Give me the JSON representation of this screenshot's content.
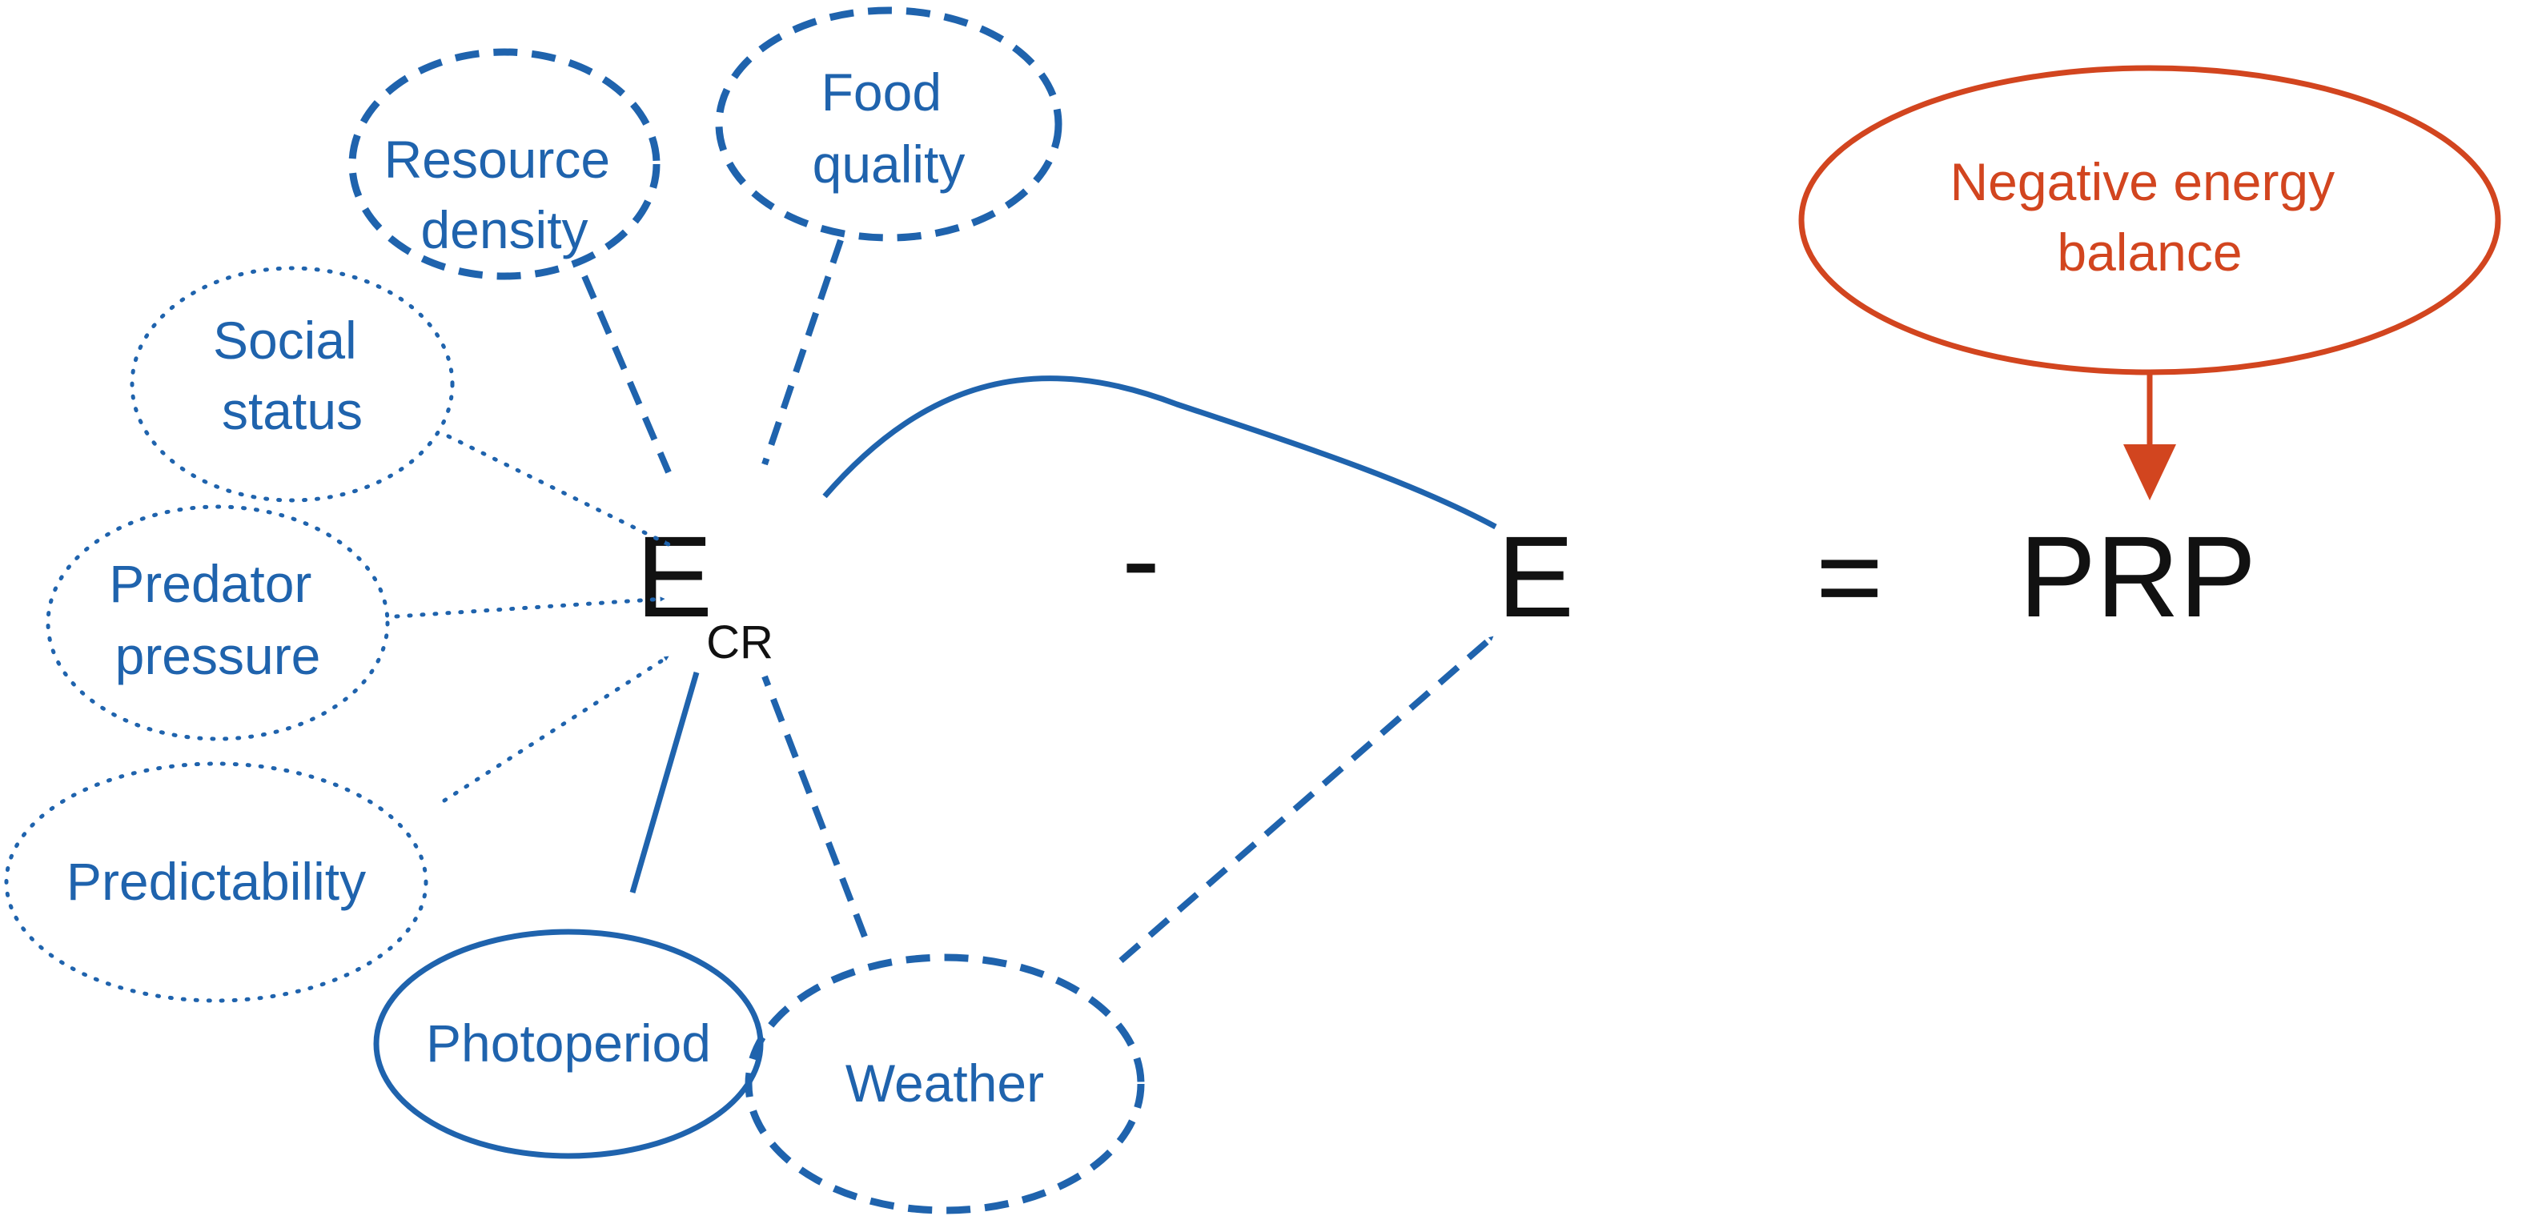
{
  "colors": {
    "blue": "#1f63ad",
    "orange": "#d2451f",
    "black": "#111111"
  },
  "nodes": {
    "resource_density": {
      "line1": "Resource",
      "line2": "density",
      "border": "dashed"
    },
    "food_quality": {
      "line1": "Food",
      "line2": "quality",
      "border": "dashed"
    },
    "social_status": {
      "line1": "Social",
      "line2": "status",
      "border": "dotted"
    },
    "predator_pressure": {
      "line1": "Predator",
      "line2": "pressure",
      "border": "dotted"
    },
    "predictability": {
      "label": "Predictability",
      "border": "dotted"
    },
    "photoperiod": {
      "label": "Photoperiod",
      "border": "solid"
    },
    "weather": {
      "label": "Weather",
      "border": "dashed"
    },
    "negative_energy_balance": {
      "line1": "Negative energy",
      "line2": "balance",
      "border": "solid"
    }
  },
  "equation": {
    "ecr_main": "E",
    "ecr_sub": "CR",
    "minus": "-",
    "e": "E",
    "equals": "=",
    "prp": "PRP"
  }
}
